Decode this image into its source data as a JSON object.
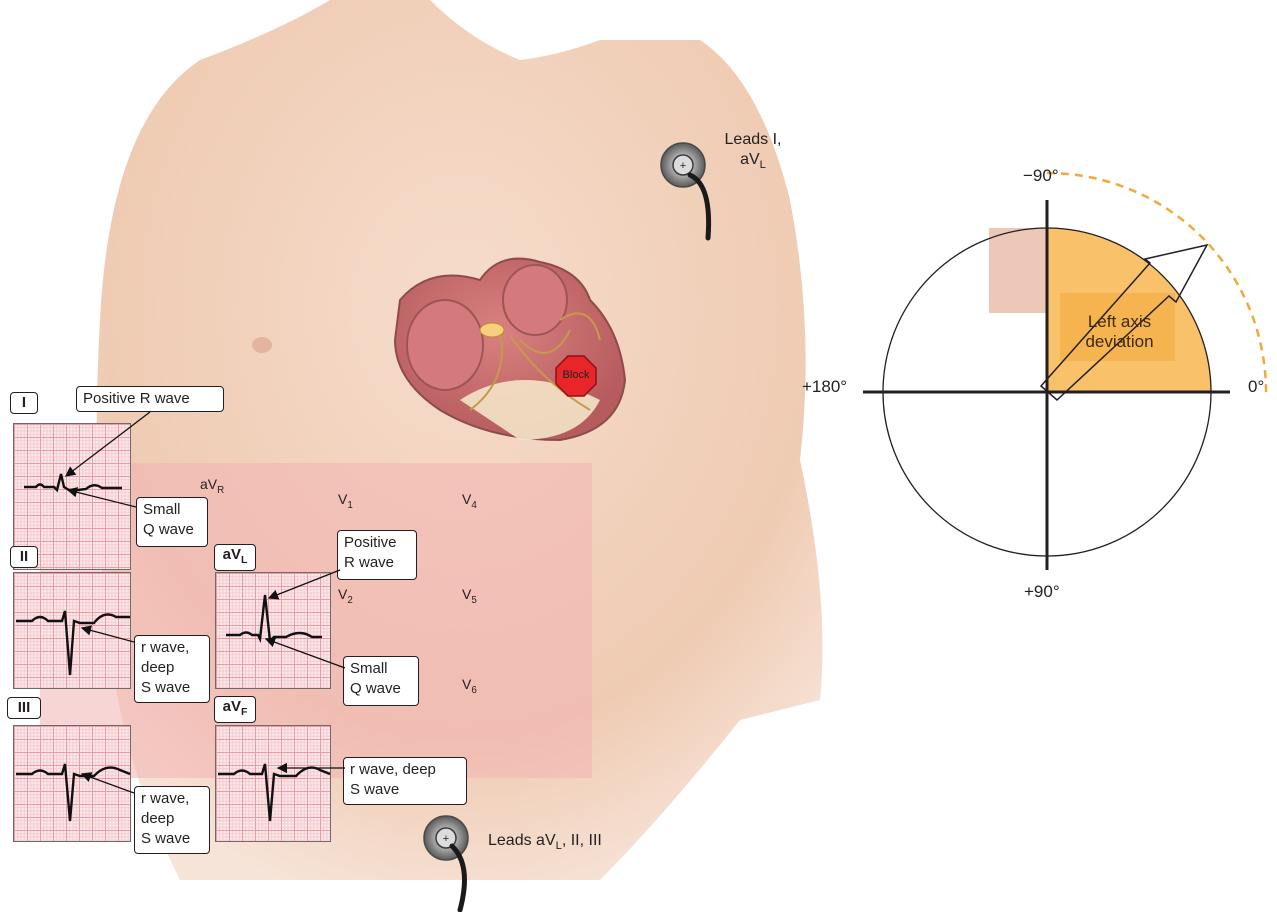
{
  "torso_labels": {
    "leads_top_main": "Leads I,",
    "leads_top_second": "aV",
    "leads_top_sub": "L",
    "leads_bottom_main": "Leads aV",
    "leads_bottom_sub": "L",
    "leads_bottom_rest": ", II, III",
    "block": "Block"
  },
  "precordial_labels": {
    "avr_main": "aV",
    "avr_sub": "R",
    "v1_main": "V",
    "v1_sub": "1",
    "v2_main": "V",
    "v2_sub": "2",
    "v4_main": "V",
    "v4_sub": "4",
    "v5_main": "V",
    "v5_sub": "5",
    "v6_main": "V",
    "v6_sub": "6"
  },
  "ecg_panels": {
    "lead_i": {
      "tag": "I",
      "callout_top": "Positive R wave",
      "callout_bottom_1": "Small",
      "callout_bottom_2": "Q wave"
    },
    "lead_ii": {
      "tag": "II",
      "callout_1": "r wave,",
      "callout_2": "deep",
      "callout_3": "S wave"
    },
    "lead_iii": {
      "tag": "III",
      "callout_1": "r wave,",
      "callout_2": "deep",
      "callout_3": "S wave"
    },
    "lead_avl": {
      "tag_main": "aV",
      "tag_sub": "L",
      "callout_top_1": "Positive",
      "callout_top_2": "R wave",
      "callout_bottom_1": "Small",
      "callout_bottom_2": "Q wave"
    },
    "lead_avf": {
      "tag_main": "aV",
      "tag_sub": "F",
      "callout_1": "r wave, deep",
      "callout_2": "S wave"
    }
  },
  "axis_diagram": {
    "label_top": "−90°",
    "label_left": "+180°",
    "label_right": "0°",
    "label_bottom": "+90°",
    "region_label_1": "Left axis",
    "region_label_2": "deviation",
    "region_color": "#f8c16a",
    "arc_color": "#f2a93b"
  }
}
